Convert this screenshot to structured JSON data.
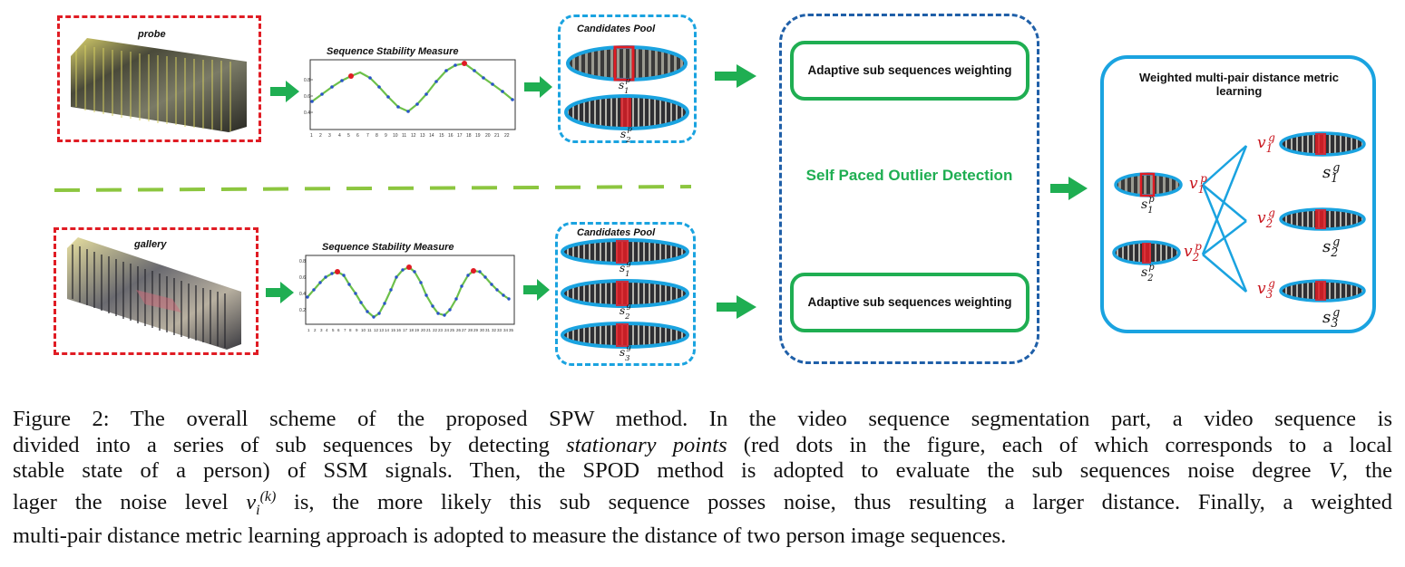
{
  "colors": {
    "red": "#e01c24",
    "cyan": "#1aa3e0",
    "darkblue": "#1f5fa8",
    "green": "#1fae52",
    "dashgreen": "#8cc63f"
  },
  "probe": {
    "label": "probe"
  },
  "gallery": {
    "label": "gallery"
  },
  "ssm_probe": {
    "title": "Sequence Stability Measure"
  },
  "ssm_gallery": {
    "title": "Sequence Stability Measure"
  },
  "pool_probe": {
    "title": "Candidates  Pool"
  },
  "pool_gallery": {
    "title": "Candidates  Pool"
  },
  "spod": {
    "weighting_top": "Adaptive sub sequences weighting",
    "center": "Self Paced Outlier Detection",
    "weighting_bottom": "Adaptive sub sequences weighting"
  },
  "metric": {
    "title": "Weighted multi-pair distance metric learning"
  },
  "caption": {
    "line1": "Figure 2: The overall scheme of the proposed SPW method. In the video sequence segmentation part, a video sequence is",
    "line2a": "divided into a series of sub sequences by detecting ",
    "line2b": "stationary points",
    "line2c": " (red dots in the figure, each of which corresponds to a local",
    "line3a": "stable state of a person) of SSM signals. Then, the SPOD method is adopted to evaluate the sub sequences noise degree ",
    "line3b": "V",
    "line3c": ", the",
    "line4a": "lager the noise level ",
    "line4b": " is, the more likely this sub sequence posses noise, thus resulting a larger distance. Finally, a weighted",
    "line5": "multi-pair distance metric learning approach is adopted to measure the distance of two person image sequences."
  }
}
